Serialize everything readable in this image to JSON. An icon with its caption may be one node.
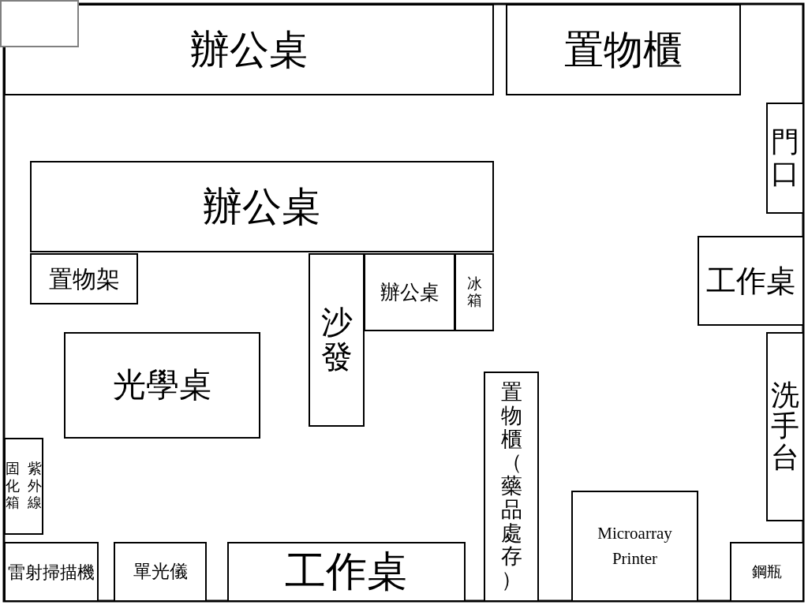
{
  "diagram": {
    "nodes": [
      {
        "text": [],
        "shape": "box"
      },
      {
        "text": [
          "辦公桌"
        ]
      },
      {
        "text": [
          "置物櫃"
        ]
      },
      {
        "text": [
          "門口"
        ]
      },
      {
        "text": [
          "辦公桌"
        ]
      },
      {
        "text": [
          "置物架"
        ]
      },
      {
        "text": [
          "沙發"
        ]
      },
      {
        "text": [
          "辦公桌"
        ]
      },
      {
        "text": [
          "冰箱"
        ]
      },
      {
        "text": [
          "工作桌"
        ]
      },
      {
        "text": [
          "光學桌"
        ]
      },
      {
        "text": [
          "洗手台"
        ]
      },
      {
        "text": [
          "置物櫃（藥品處存）"
        ]
      },
      {
        "text": [
          "紫外線固化箱"
        ]
      },
      {
        "text": [
          "Microarray Printer"
        ]
      },
      {
        "text": [
          "雷射掃描機"
        ]
      },
      {
        "text": [
          "單光儀"
        ]
      },
      {
        "text": [
          "工作桌"
        ]
      },
      {
        "text": [
          "鋼瓶"
        ]
      }
    ]
  }
}
